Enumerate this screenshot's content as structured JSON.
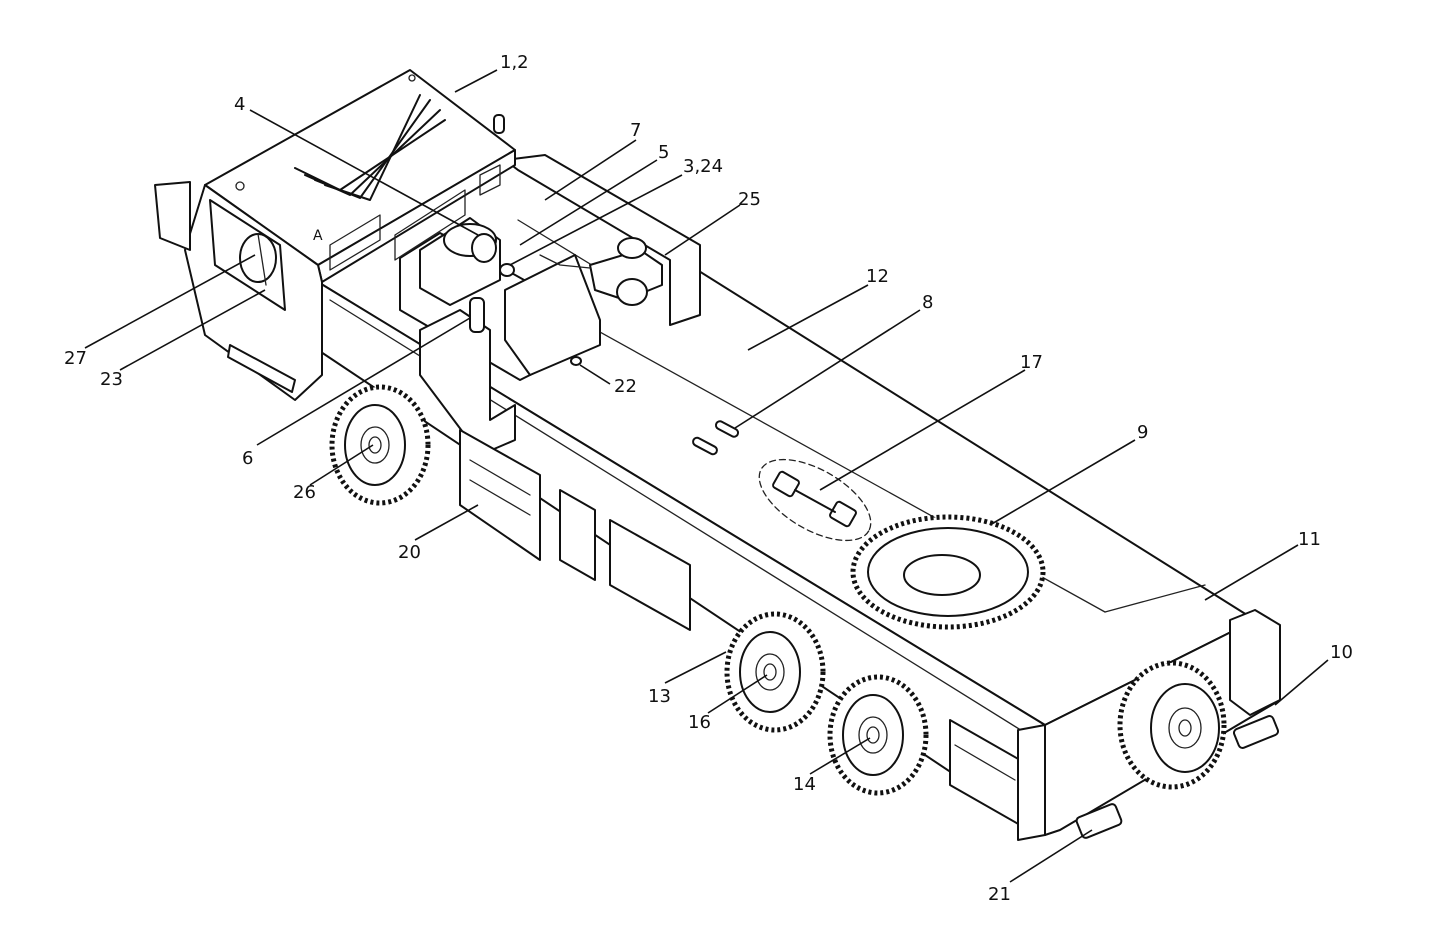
{
  "labels": {
    "l12": "1,2",
    "l4": "4",
    "l7": "7",
    "l5": "5",
    "l324": "3,24",
    "l25": "25",
    "l12b": "12",
    "l8": "8",
    "l17": "17",
    "l9": "9",
    "l11": "11",
    "l10": "10",
    "l27": "27",
    "l23": "23",
    "l22": "22",
    "l6": "6",
    "l26": "26",
    "l20": "20",
    "l13": "13",
    "l16": "16",
    "l14": "14",
    "l21": "21"
  }
}
